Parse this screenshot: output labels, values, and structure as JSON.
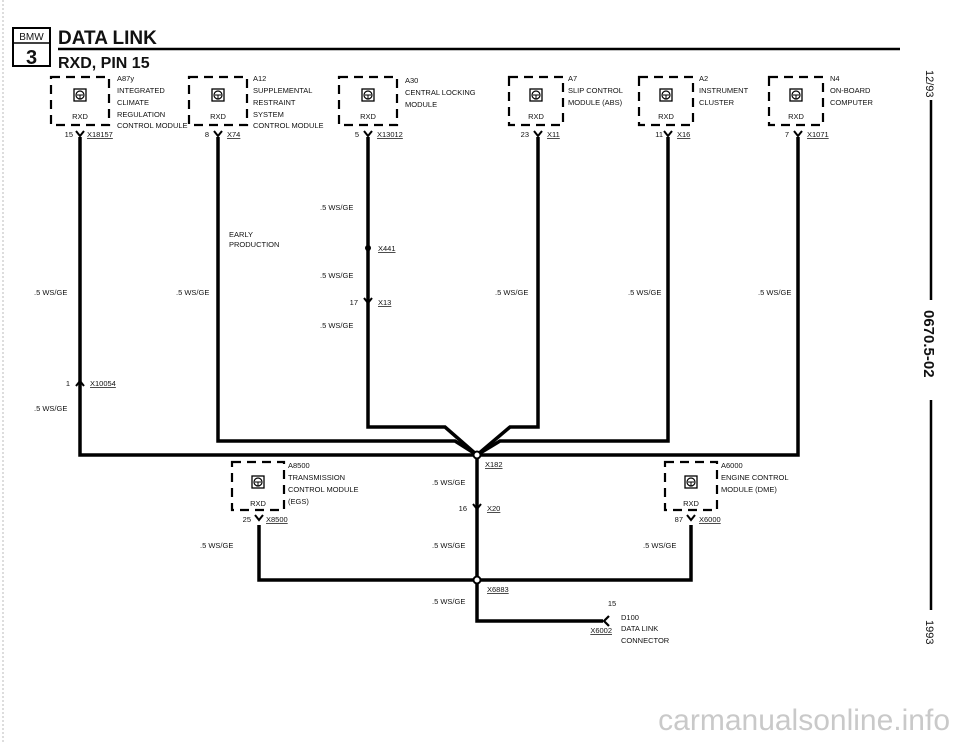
{
  "header": {
    "logo_brand": "BMW",
    "logo_series": "3",
    "title": "DATA LINK",
    "subtitle": "RXD, PIN 15"
  },
  "side": {
    "date": "12/93",
    "doc_number": "0670.5-02",
    "year": "1993"
  },
  "wire_label": ".5 WS/GE",
  "note": [
    "EARLY",
    "PRODUCTION"
  ],
  "modules": [
    {
      "id": "A87y",
      "desc": [
        "INTEGRATED",
        "CLIMATE",
        "REGULATION",
        "CONTROL MODULE"
      ],
      "pin_label": "RXD",
      "pin": "15",
      "connector": "X18157"
    },
    {
      "id": "A12",
      "desc": [
        "SUPPLEMENTAL",
        "RESTRAINT",
        "SYSTEM",
        "CONTROL MODULE"
      ],
      "pin_label": "RXD",
      "pin": "8",
      "connector": "X74"
    },
    {
      "id": "A30",
      "desc": [
        "CENTRAL LOCKING",
        "MODULE"
      ],
      "pin_label": "RXD",
      "pin": "5",
      "connector": "X13012"
    },
    {
      "id": "A7",
      "desc": [
        "SLIP CONTROL",
        "MODULE (ABS)"
      ],
      "pin_label": "RXD",
      "pin": "23",
      "connector": "X11"
    },
    {
      "id": "A2",
      "desc": [
        "INSTRUMENT",
        "CLUSTER"
      ],
      "pin_label": "RXD",
      "pin": "11",
      "connector": "X16"
    },
    {
      "id": "N4",
      "desc": [
        "ON-BOARD",
        "COMPUTER"
      ],
      "pin_label": "RXD",
      "pin": "7",
      "connector": "X1071"
    }
  ],
  "lower_modules": [
    {
      "id": "A8500",
      "desc": [
        "TRANSMISSION",
        "CONTROL MODULE",
        "(EGS)"
      ],
      "pin_label": "RXD",
      "pin": "25",
      "connector": "X8500"
    },
    {
      "id": "A6000",
      "desc": [
        "ENGINE CONTROL",
        "MODULE (DME)"
      ],
      "pin_label": "RXD",
      "pin": "87",
      "connector": "X6000"
    }
  ],
  "inline": {
    "x441": "X441",
    "x13": {
      "pin": "17",
      "id": "X13"
    },
    "x10054": {
      "pin": "1",
      "id": "X10054"
    },
    "x182": "X182",
    "x20": {
      "pin": "16",
      "id": "X20"
    },
    "x6883": "X6883"
  },
  "dlc": {
    "pin": "15",
    "id": "D100",
    "desc": [
      "DATA LINK",
      "CONNECTOR"
    ],
    "connector": "X6002"
  },
  "watermark": "carmanualsonline.info"
}
